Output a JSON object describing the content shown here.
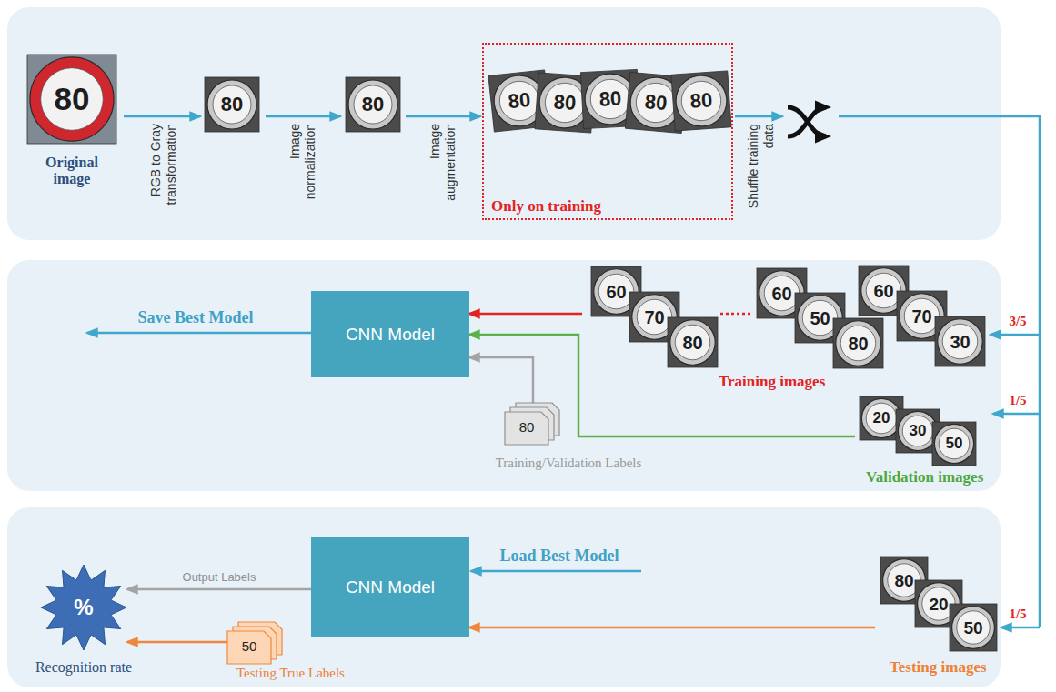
{
  "diagram": {
    "nodes": [
      {
        "text": [
          "Original image"
        ]
      },
      {
        "text": [
          "Only on training"
        ]
      },
      {
        "text": [
          "CNN Model"
        ]
      },
      {
        "text": [
          "80",
          "Training/Validation Labels"
        ]
      },
      {
        "text": [
          "Training images"
        ]
      },
      {
        "text": [
          "Validation images"
        ]
      },
      {
        "text": [
          "%",
          "Recognition rate"
        ]
      },
      {
        "text": [
          "50",
          "Testing True Labels"
        ]
      },
      {
        "text": [
          "CNN Model"
        ]
      },
      {
        "text": [
          "Testing images"
        ]
      }
    ],
    "edges": [
      {
        "from": 4,
        "to": 2,
        "arrow": "to"
      },
      {
        "from": 5,
        "to": 2,
        "arrow": "to"
      },
      {
        "from": 3,
        "to": 2,
        "arrow": "to"
      },
      {
        "from": 9,
        "to": 8,
        "arrow": "to"
      },
      {
        "from": 8,
        "to": 6,
        "label": "Output Labels",
        "arrow": "to"
      },
      {
        "from": 7,
        "to": 6,
        "arrow": "to"
      }
    ],
    "labels": [
      "RGB to Gray transformation",
      "Image normalization",
      "Image augmentation",
      "Shuffle training data",
      "Save Best Model",
      "3/5",
      "1/5",
      "1/5",
      "Load Best Model",
      "80",
      "80",
      "80",
      "80",
      "80",
      "80",
      "80",
      "80",
      "60",
      "70",
      "80",
      "60",
      "50",
      "80",
      "60",
      "70",
      "30",
      "20",
      "30",
      "50",
      "80",
      "20",
      "50"
    ]
  }
}
